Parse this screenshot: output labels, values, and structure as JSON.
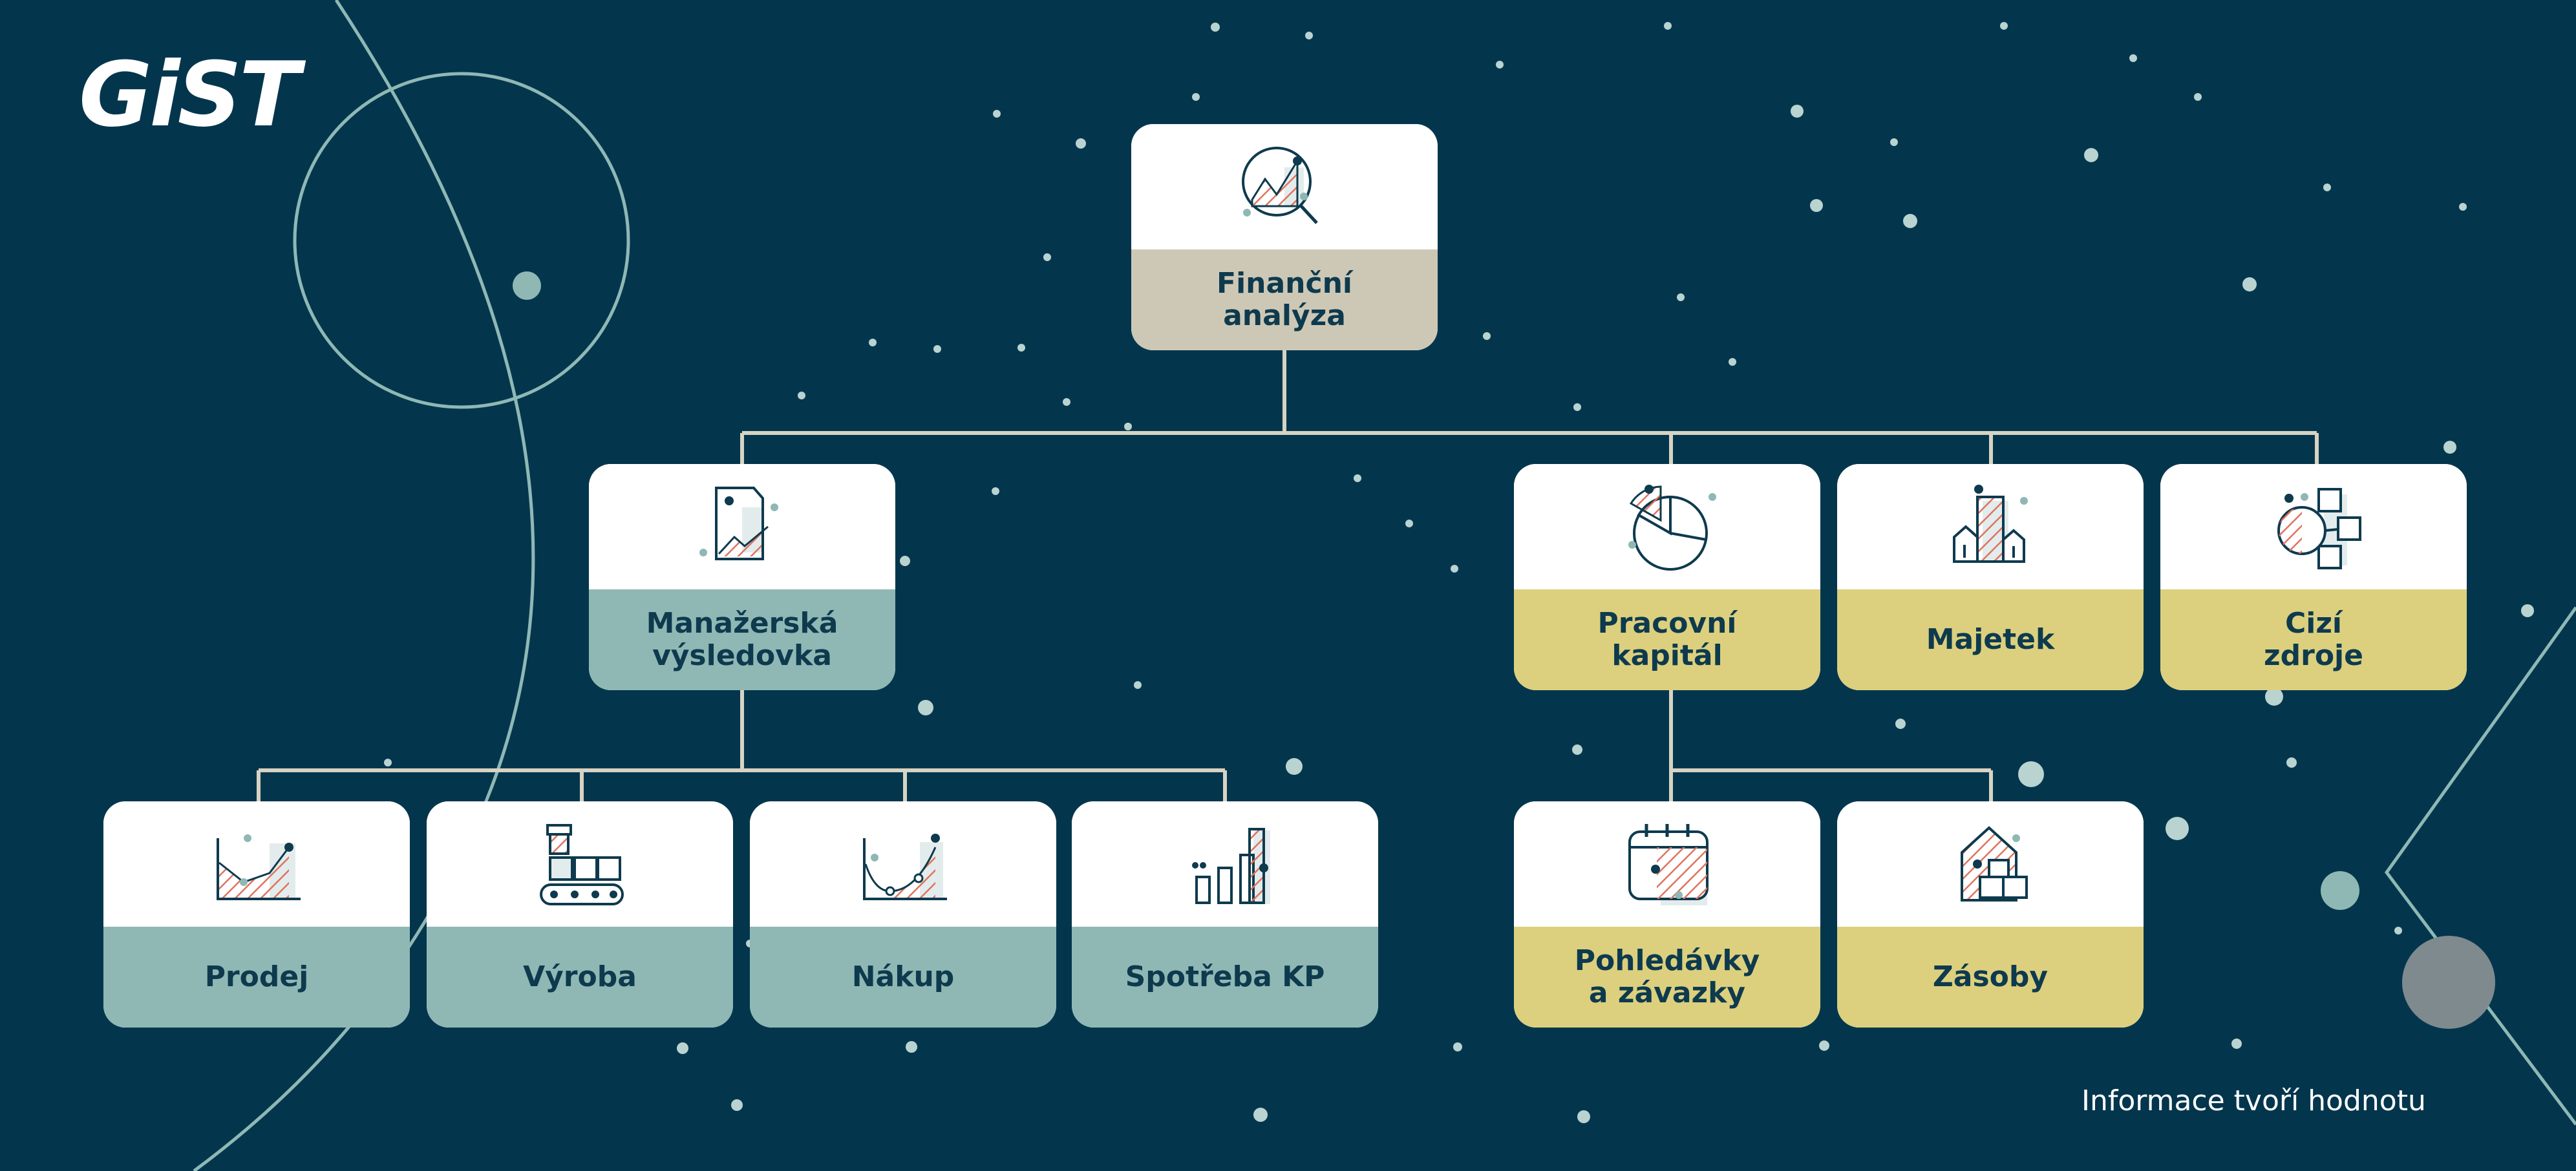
{
  "brand": {
    "logo": "GiST",
    "tagline": "Informace tvoří hodnotu"
  },
  "colors": {
    "background": "#03364d",
    "root": "#cdc8b5",
    "management": "#8fb8b5",
    "working_capital": "#dcd07e",
    "connector": "#d8d3c2",
    "hatch": "#e0735f"
  },
  "nodes": {
    "financni": {
      "label": "Finanční\nanalýza",
      "icon": "magnifier-chart-icon"
    },
    "manazerska": {
      "label": "Manažerská\nvýsledovka",
      "icon": "report-document-icon"
    },
    "pracovni": {
      "label": "Pracovní\nkapitál",
      "icon": "pie-chart-icon"
    },
    "majetek": {
      "label": "Majetek",
      "icon": "buildings-icon"
    },
    "cizi": {
      "label": "Cizí\nzdroje",
      "icon": "network-nodes-icon"
    },
    "prodej": {
      "label": "Prodej",
      "icon": "area-chart-icon"
    },
    "vyroba": {
      "label": "Výroba",
      "icon": "conveyor-icon"
    },
    "nakup": {
      "label": "Nákup",
      "icon": "curve-chart-icon"
    },
    "spotreba": {
      "label": "Spotřeba KP",
      "icon": "bar-chart-icon"
    },
    "pohledavky": {
      "label": "Pohledávky\na závazky",
      "icon": "calendar-icon"
    },
    "zasoby": {
      "label": "Zásoby",
      "icon": "warehouse-icon"
    }
  }
}
